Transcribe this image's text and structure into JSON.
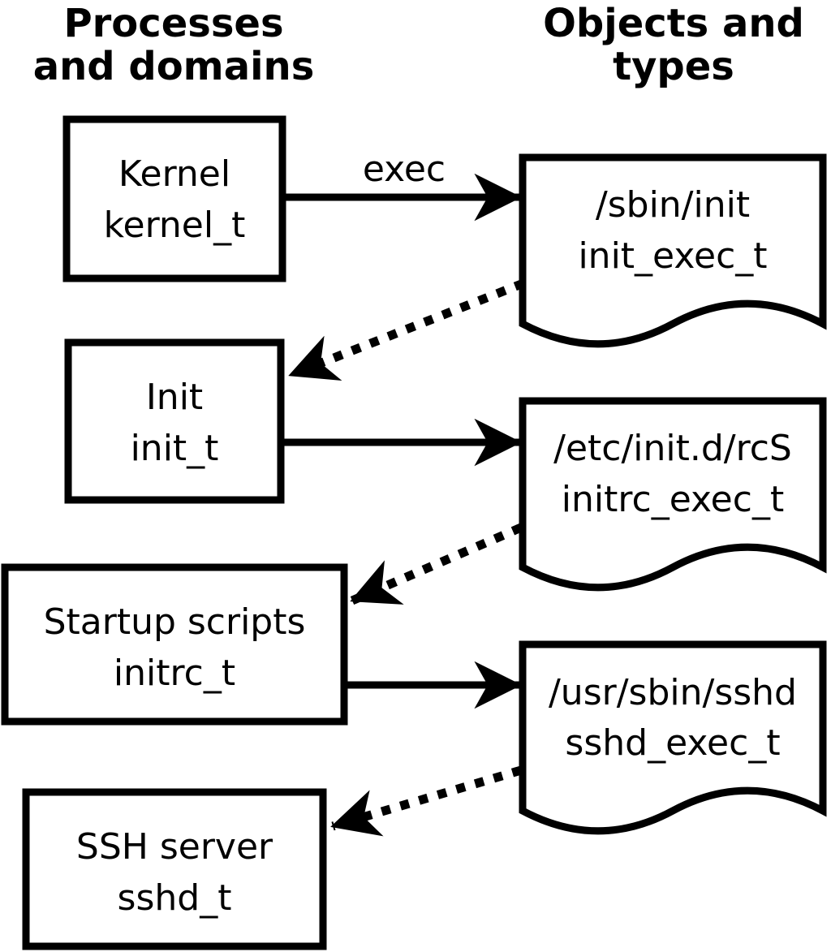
{
  "diagram": {
    "columns": {
      "processes": {
        "line1": "Processes",
        "line2": "and domains"
      },
      "objects": {
        "line1": "Objects and",
        "line2": "types"
      }
    },
    "processes": [
      {
        "name": "Kernel",
        "type": "kernel_t"
      },
      {
        "name": "Init",
        "type": "init_t"
      },
      {
        "name": "Startup scripts",
        "type": "initrc_t"
      },
      {
        "name": "SSH server",
        "type": "sshd_t"
      }
    ],
    "objects": [
      {
        "path": "/sbin/init",
        "type": "init_exec_t"
      },
      {
        "path": "/etc/init.d/rcS",
        "type": "initrc_exec_t"
      },
      {
        "path": "/usr/sbin/sshd",
        "type": "sshd_exec_t"
      }
    ],
    "edges": [
      {
        "from": "kernel_t",
        "to": "init_exec_t",
        "style": "solid",
        "label": "exec"
      },
      {
        "from": "init_exec_t",
        "to": "init_t",
        "style": "dotted",
        "label": ""
      },
      {
        "from": "init_t",
        "to": "initrc_exec_t",
        "style": "solid",
        "label": ""
      },
      {
        "from": "initrc_exec_t",
        "to": "initrc_t",
        "style": "dotted",
        "label": ""
      },
      {
        "from": "initrc_t",
        "to": "sshd_exec_t",
        "style": "solid",
        "label": ""
      },
      {
        "from": "sshd_exec_t",
        "to": "sshd_t",
        "style": "dotted",
        "label": ""
      }
    ],
    "colors": {
      "foreground": "#000000",
      "background": "#ffffff"
    }
  }
}
